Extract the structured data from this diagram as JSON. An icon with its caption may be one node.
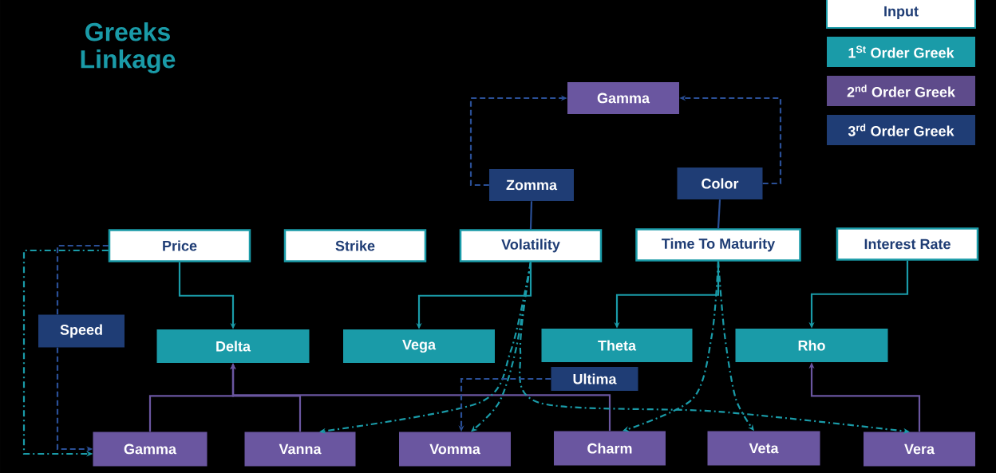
{
  "diagram": {
    "title": "Greeks Linkage",
    "nodes": [
      {
        "text": [
          "Gamma"
        ]
      },
      {
        "text": [
          "Zomma"
        ]
      },
      {
        "text": [
          "Color"
        ]
      },
      {
        "text": [
          "Price"
        ]
      },
      {
        "text": [
          "Strike"
        ]
      },
      {
        "text": [
          "Volatility"
        ]
      },
      {
        "text": [
          "Time To Maturity"
        ]
      },
      {
        "text": [
          "Interest Rate"
        ]
      },
      {
        "text": [
          "Speed"
        ]
      },
      {
        "text": [
          "Delta"
        ]
      },
      {
        "text": [
          "Vega"
        ]
      },
      {
        "text": [
          "Theta"
        ]
      },
      {
        "text": [
          "Rho"
        ]
      },
      {
        "text": [
          "Ultima"
        ]
      },
      {
        "text": [
          "Gamma"
        ]
      },
      {
        "text": [
          "Vanna"
        ]
      },
      {
        "text": [
          "Vomma"
        ]
      },
      {
        "text": [
          "Charm"
        ]
      },
      {
        "text": [
          "Veta"
        ]
      },
      {
        "text": [
          "Vera"
        ]
      }
    ],
    "edges": [
      {
        "from": 3,
        "to": 9,
        "arrow": "to"
      },
      {
        "from": 5,
        "to": 10,
        "arrow": "to"
      },
      {
        "from": 6,
        "to": 11,
        "arrow": "to"
      },
      {
        "from": 7,
        "to": 12,
        "arrow": "to"
      },
      {
        "from": 14,
        "to": 9,
        "arrow": "to",
        "color": "#6a56a0"
      },
      {
        "from": 15,
        "to": 9,
        "arrow": "to",
        "color": "#6a56a0"
      },
      {
        "from": 17,
        "to": 9,
        "arrow": "to",
        "color": "#6a56a0"
      },
      {
        "from": 19,
        "to": 12,
        "arrow": "to",
        "color": "#6a56a0"
      },
      {
        "from": 1,
        "to": 0,
        "arrow": "to",
        "style": "dashed",
        "color": "#2a4f96"
      },
      {
        "from": 2,
        "to": 0,
        "arrow": "to",
        "style": "dashed",
        "color": "#2a4f96"
      },
      {
        "from": 1,
        "to": 5,
        "arrow": "none",
        "color": "#2a4f96"
      },
      {
        "from": 2,
        "to": 6,
        "arrow": "none",
        "color": "#2a4f96"
      },
      {
        "from": 3,
        "to": 8,
        "arrow": "none",
        "style": "dashed",
        "color": "#2a4f96"
      },
      {
        "from": 8,
        "to": 14,
        "arrow": "to",
        "style": "dashed",
        "color": "#2a4f96"
      },
      {
        "from": 3,
        "to": 14,
        "arrow": "to",
        "style": "dashed"
      },
      {
        "from": 5,
        "to": 15,
        "arrow": "to",
        "style": "dashed"
      },
      {
        "from": 5,
        "to": 16,
        "arrow": "to",
        "style": "dashed"
      },
      {
        "from": 5,
        "to": 19,
        "arrow": "to",
        "style": "dashed"
      },
      {
        "from": 6,
        "to": 17,
        "arrow": "to",
        "style": "dashed"
      },
      {
        "from": 6,
        "to": 18,
        "arrow": "to",
        "style": "dashed"
      },
      {
        "from": 13,
        "to": 16,
        "arrow": "to",
        "style": "dashed",
        "color": "#2a4f96"
      }
    ],
    "legend": [
      {
        "text": "Input",
        "color": "#ffffff"
      },
      {
        "text": "1$^{St}$ Order Greek",
        "color": "#1a9ba8"
      },
      {
        "text": "2$^{nd}$ Order Greek",
        "color": "#5e4b8b"
      },
      {
        "text": "3$^{rd}$ Order Greek",
        "color": "#1f3d75"
      }
    ]
  }
}
